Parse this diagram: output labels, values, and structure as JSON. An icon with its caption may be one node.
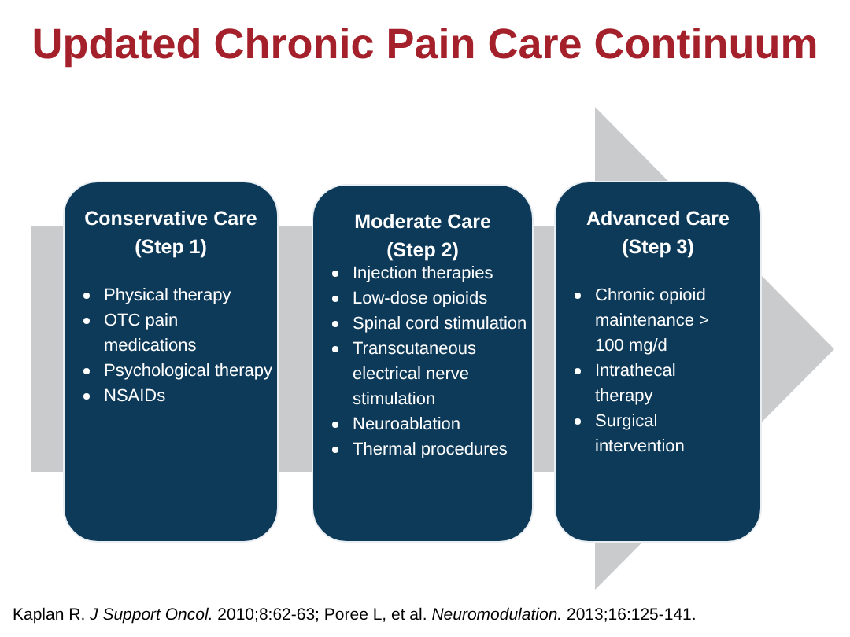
{
  "diagram": {
    "title": "Updated Chronic Pain Care Continuum",
    "caption": "Kaplan R. *J Support Oncol.* 2010;8:62-63; Poree L, et al. *Neuromodulation.* 2013;16:125-141.",
    "nodes": [
      {
        "text": [
          "Conservative Care (Step 1)",
          "Physical therapy",
          "OTC pain medications",
          "Psychological therapy",
          "NSAIDs"
        ]
      },
      {
        "text": [
          "Moderate Care (Step 2)",
          "Injection therapies",
          "Low-dose opioids",
          "Spinal cord stimulation",
          "Transcutaneous electrical nerve stimulation",
          "Neuroablation",
          "Thermal procedures"
        ]
      },
      {
        "text": [
          "Advanced Care (Step 3)",
          "Chronic opioid maintenance > 100 mg/d",
          "Intrathecal therapy",
          "Surgical intervention"
        ]
      }
    ],
    "edges": []
  }
}
